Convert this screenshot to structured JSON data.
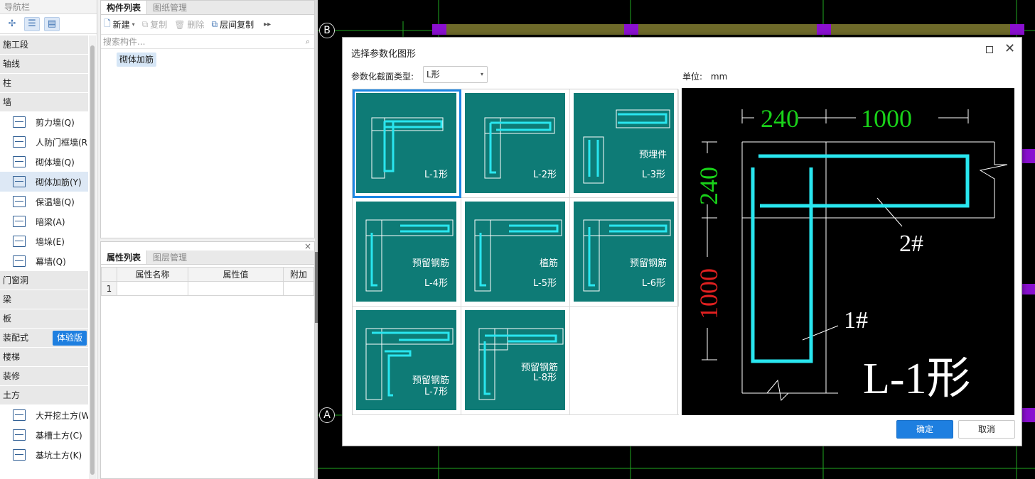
{
  "nav": {
    "title": "导航栏",
    "categories": [
      {
        "label": "施工段"
      },
      {
        "label": "轴线"
      },
      {
        "label": "柱"
      },
      {
        "label": "墙",
        "items": [
          "剪力墙(Q)",
          "人防门框墙(R",
          "砌体墙(Q)",
          "砌体加筋(Y)",
          "保温墙(Q)",
          "暗梁(A)",
          "墙垛(E)",
          "幕墙(Q)"
        ]
      },
      {
        "label": "门窗洞"
      },
      {
        "label": "梁"
      },
      {
        "label": "板"
      },
      {
        "label": "装配式",
        "badge": "体验版"
      },
      {
        "label": "楼梯"
      },
      {
        "label": "装修"
      },
      {
        "label": "土方",
        "items": [
          "大开挖土方(W",
          "基槽土方(C)",
          "基坑土方(K)"
        ]
      }
    ],
    "selected_item": "砌体加筋(Y)"
  },
  "component_panel": {
    "tabs": [
      "构件列表",
      "图纸管理"
    ],
    "toolbar": {
      "new": "新建",
      "copy": "复制",
      "delete": "删除",
      "floor_copy": "层间复制"
    },
    "search_placeholder": "搜索构件...",
    "items": [
      "砌体加筋"
    ]
  },
  "properties_panel": {
    "tabs": [
      "属性列表",
      "图层管理"
    ],
    "columns": [
      "属性名称",
      "属性值",
      "附加"
    ],
    "rows": [
      "1"
    ]
  },
  "canvas": {
    "axis_labels": [
      "B",
      "A"
    ]
  },
  "dialog": {
    "title": "选择参数化图形",
    "section_type_label": "参数化截面类型:",
    "section_type_value": "L形",
    "unit_label": "单位:",
    "unit_value": "mm",
    "shapes": [
      {
        "label": "L-1形",
        "note": ""
      },
      {
        "label": "L-2形",
        "note": ""
      },
      {
        "label": "L-3形",
        "note": "预埋件"
      },
      {
        "label": "L-4形",
        "note": "预留钢筋"
      },
      {
        "label": "L-5形",
        "note": "植筋"
      },
      {
        "label": "L-6形",
        "note": "预留钢筋"
      },
      {
        "label": "L-7形",
        "note": "预留钢筋"
      },
      {
        "label": "L-8形",
        "note": "预留钢筋"
      }
    ],
    "selected_shape": "L-1形",
    "preview": {
      "dim_top_left": "240",
      "dim_top_right": "1000",
      "dim_left_top": "240",
      "dim_left_bottom": "1000",
      "rebar_2": "2#",
      "rebar_1": "1#",
      "shape_label": "L-1形"
    },
    "ok_label": "确定",
    "cancel_label": "取消"
  }
}
